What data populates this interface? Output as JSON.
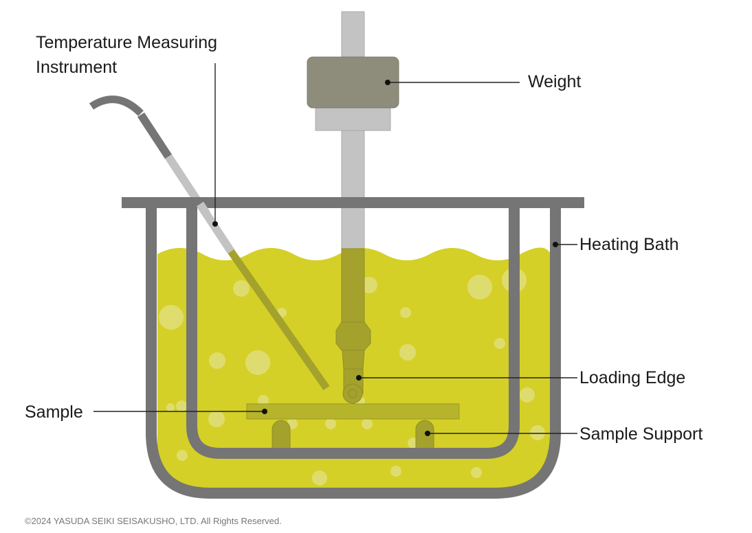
{
  "diagram": {
    "title": "Heat deflection test apparatus",
    "labels": {
      "temperature_instrument_line1": "Temperature Measuring",
      "temperature_instrument_line2": "Instrument",
      "weight": "Weight",
      "heating_bath": "Heating Bath",
      "loading_edge": "Loading Edge",
      "sample": "Sample",
      "sample_support": "Sample Support"
    },
    "copyright": "©2024 YASUDA SEIKI SEISAKUSHO, LTD. All Rights Reserved.",
    "colors": {
      "liquid": "#d4d027",
      "liquid_submerged_part": "#a4a22d",
      "bath_wall": "#757575",
      "rod": "#c3c3c3",
      "weight": "#8e8c7b",
      "bubble": "#e2df7c",
      "label_text": "#1a1a1a",
      "copyright_text": "#777777"
    }
  }
}
